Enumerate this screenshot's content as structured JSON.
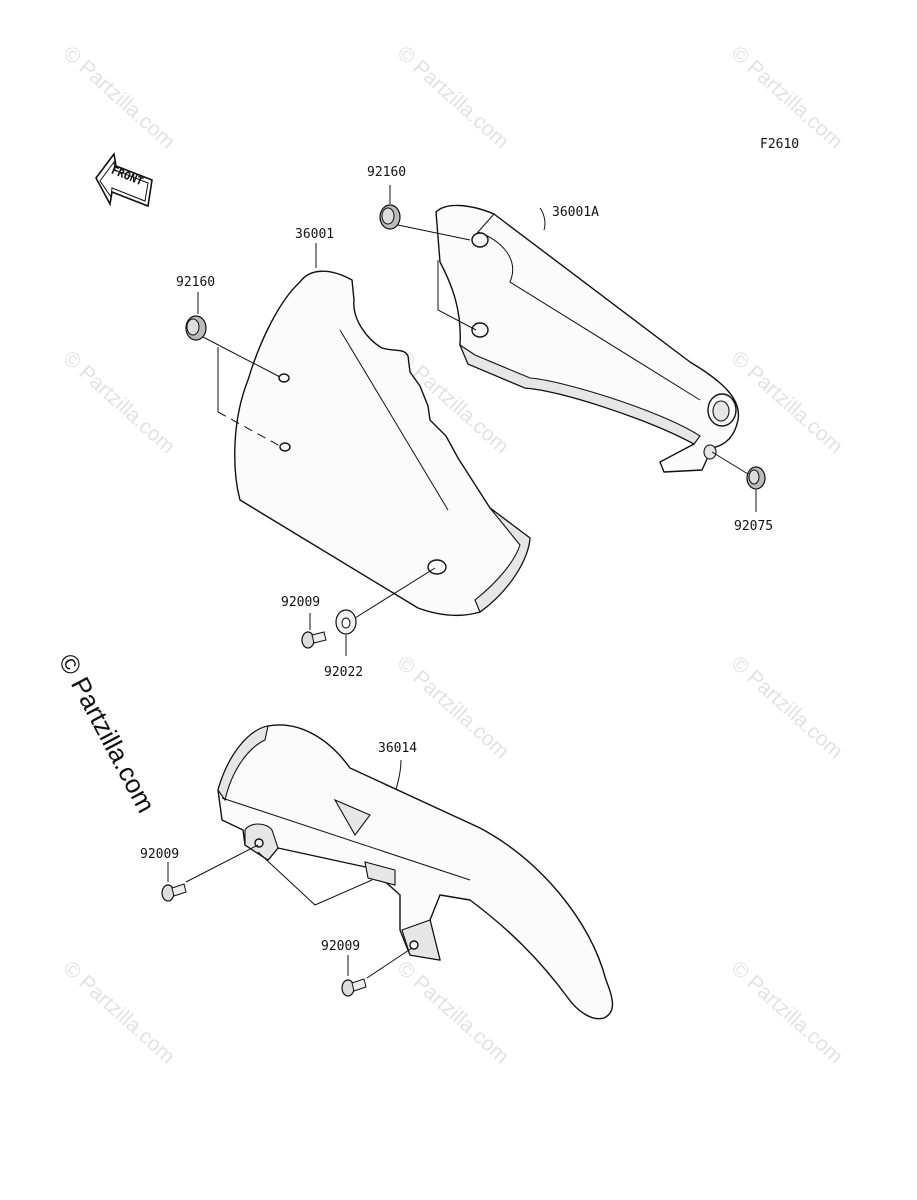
{
  "figure_code": "F2610",
  "direction_label": "FRONT",
  "copyright": "© Partzilla.com",
  "watermark": "© Partzilla.com",
  "parts": {
    "p36001": "36001",
    "p36001a": "36001A",
    "p36014": "36014",
    "p92160_left": "92160",
    "p92160_top": "92160",
    "p92075": "92075",
    "p92009_upper": "92009",
    "p92022": "92022",
    "p92009_chain_left": "92009",
    "p92009_chain_bottom": "92009"
  }
}
